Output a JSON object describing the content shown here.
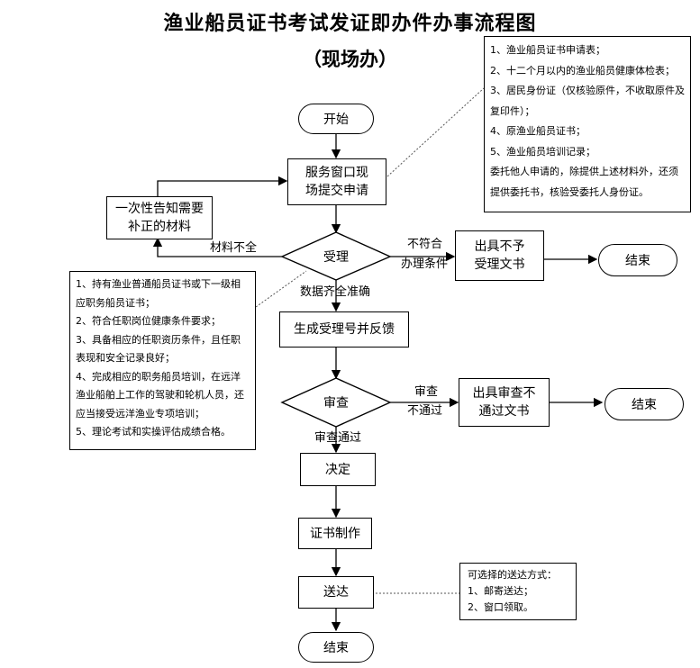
{
  "title": "渔业船员证书考试发证即办件办事流程图",
  "subtitle": "（现场办）",
  "nodes": {
    "start": "开始",
    "submit": "服务窗口现场提交申请",
    "notify": "一次性告知需要补正的材料",
    "accept": "受理",
    "reject_doc": "出具不予受理文书",
    "end1": "结束",
    "generate": "生成受理号并反馈",
    "review": "审查",
    "review_fail_doc": "出具审查不通过文书",
    "end2": "结束",
    "decide": "决定",
    "produce": "证书制作",
    "deliver": "送达",
    "end3": "结束"
  },
  "edge_labels": {
    "incomplete": "材料不全",
    "not_meet_1": "不符合",
    "not_meet_2": "办理条件",
    "complete": "数据齐全准确",
    "review_fail_1": "审查",
    "review_fail_2": "不通过",
    "review_pass": "审查通过"
  },
  "notes": {
    "materials": [
      "1、渔业船员证书申请表；",
      "2、十二个月以内的渔业船员健康体检表；",
      "3、居民身份证（仅核验原件，不收取原件及复印件）；",
      "4、原渔业船员证书；",
      "5、渔业船员培训记录；",
      "委托他人申请的，除提供上述材料外，还须提供委托书，核验受委托人身份证。"
    ],
    "conditions": [
      "1、持有渔业普通船员证书或下一级相应职务船员证书；",
      "2、符合任职岗位健康条件要求；",
      "3、具备相应的任职资历条件，且任职表现和安全记录良好；",
      "4、完成相应的职务船员培训，在远洋渔业船舶上工作的驾驶和轮机人员，还应当接受远洋渔业专项培训；",
      "5、理论考试和实操评估成绩合格。"
    ],
    "delivery": [
      "可选择的送达方式：",
      "1、邮寄送达；",
      "2、窗口领取。"
    ]
  }
}
